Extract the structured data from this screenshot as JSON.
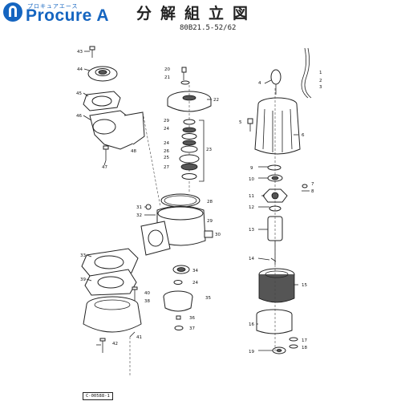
{
  "header": {
    "brand_kana": "プロキュアエース",
    "brand_name": "Procure A",
    "title": "分解組立図",
    "model": "80B21.5-52/62"
  },
  "callouts": [
    {
      "id": "c1",
      "text": "1"
    },
    {
      "id": "c2",
      "text": "2"
    },
    {
      "id": "c3",
      "text": "3"
    },
    {
      "id": "c4",
      "text": "4"
    },
    {
      "id": "c5",
      "text": "5"
    },
    {
      "id": "c6",
      "text": "6"
    },
    {
      "id": "c7",
      "text": "7"
    },
    {
      "id": "c8",
      "text": "8"
    },
    {
      "id": "c9",
      "text": "9"
    },
    {
      "id": "c10",
      "text": "10"
    },
    {
      "id": "c11",
      "text": "11"
    },
    {
      "id": "c12",
      "text": "12"
    },
    {
      "id": "c13",
      "text": "13"
    },
    {
      "id": "c14",
      "text": "14"
    },
    {
      "id": "c15",
      "text": "15"
    },
    {
      "id": "c16",
      "text": "16"
    },
    {
      "id": "c17",
      "text": "17"
    },
    {
      "id": "c18",
      "text": "18"
    },
    {
      "id": "c19",
      "text": "19"
    },
    {
      "id": "c20",
      "text": "20"
    },
    {
      "id": "c21",
      "text": "21"
    },
    {
      "id": "c22",
      "text": "22"
    },
    {
      "id": "c23",
      "text": "23"
    },
    {
      "id": "c24",
      "text": "24"
    },
    {
      "id": "c25",
      "text": "25"
    },
    {
      "id": "c26",
      "text": "26"
    },
    {
      "id": "c27",
      "text": "27"
    },
    {
      "id": "c28",
      "text": "28"
    },
    {
      "id": "c29",
      "text": "29"
    },
    {
      "id": "c30",
      "text": "30"
    },
    {
      "id": "c31",
      "text": "31"
    },
    {
      "id": "c32",
      "text": "32"
    },
    {
      "id": "c33",
      "text": "33"
    },
    {
      "id": "c34",
      "text": "34"
    },
    {
      "id": "c35",
      "text": "35"
    },
    {
      "id": "c36",
      "text": "36"
    },
    {
      "id": "c37",
      "text": "37"
    },
    {
      "id": "c38",
      "text": "38"
    },
    {
      "id": "c39",
      "text": "39"
    },
    {
      "id": "c40",
      "text": "40"
    },
    {
      "id": "c41",
      "text": "41"
    },
    {
      "id": "c42",
      "text": "42"
    },
    {
      "id": "c43",
      "text": "43"
    },
    {
      "id": "c44",
      "text": "44"
    },
    {
      "id": "c45",
      "text": "45"
    },
    {
      "id": "c46",
      "text": "46"
    },
    {
      "id": "c47",
      "text": "47"
    },
    {
      "id": "c48",
      "text": "48"
    },
    {
      "id": "c29b",
      "text": "29"
    },
    {
      "id": "c24b",
      "text": "24"
    }
  ],
  "footer": {
    "drawing_code": "C-00588-1"
  }
}
